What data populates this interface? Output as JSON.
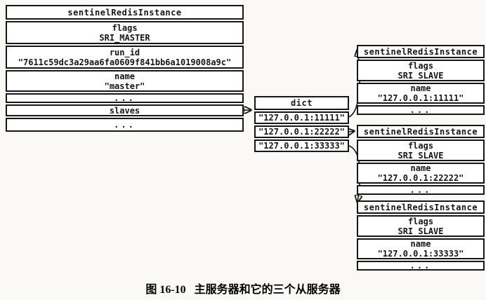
{
  "caption": "图 16-10   主服务器和它的三个从服务器",
  "colors": {
    "ink": "#161616",
    "paper": "#faf9f6"
  },
  "master": {
    "title": "sentinelRedisInstance",
    "rows": [
      {
        "label": "flags",
        "value": "SRI_MASTER"
      },
      {
        "label": "run_id",
        "value": "\"7611c59dc3a29aa6fa0609f841bb6a1019008a9c\""
      },
      {
        "label": "name",
        "value": "\"master\""
      },
      {
        "label": "..."
      },
      {
        "label": "slaves"
      },
      {
        "label": "..."
      }
    ]
  },
  "dict": {
    "title": "dict",
    "entries": [
      "\"127.0.0.1:11111\"",
      "\"127.0.0.1:22222\"",
      "\"127.0.0.1:33333\""
    ]
  },
  "slaves": [
    {
      "title": "sentinelRedisInstance",
      "rows": [
        {
          "label": "flags",
          "value": "SRI_SLAVE"
        },
        {
          "label": "name",
          "value": "\"127.0.0.1:11111\""
        },
        {
          "label": "..."
        }
      ]
    },
    {
      "title": "sentinelRedisInstance",
      "rows": [
        {
          "label": "flags",
          "value": "SRI_SLAVE"
        },
        {
          "label": "name",
          "value": "\"127.0.0.1:22222\""
        },
        {
          "label": "..."
        }
      ]
    },
    {
      "title": "sentinelRedisInstance",
      "rows": [
        {
          "label": "flags",
          "value": "SRI_SLAVE"
        },
        {
          "label": "name",
          "value": "\"127.0.0.1:33333\""
        },
        {
          "label": "..."
        }
      ]
    }
  ]
}
